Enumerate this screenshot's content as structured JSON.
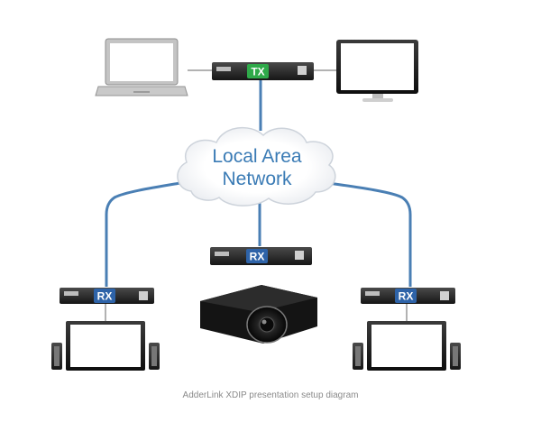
{
  "cloud": {
    "line1": "Local Area",
    "line2": "Network"
  },
  "devices": {
    "transmitter": {
      "label": "TX",
      "color": "#2faa4a"
    },
    "receivers": [
      {
        "label": "RX",
        "color": "#2e63a8"
      },
      {
        "label": "RX",
        "color": "#2e63a8"
      },
      {
        "label": "RX",
        "color": "#2e63a8"
      }
    ]
  },
  "colors": {
    "link": "#4a7fb4",
    "cable": "#999999"
  },
  "caption": "AdderLink XDIP presentation setup diagram"
}
